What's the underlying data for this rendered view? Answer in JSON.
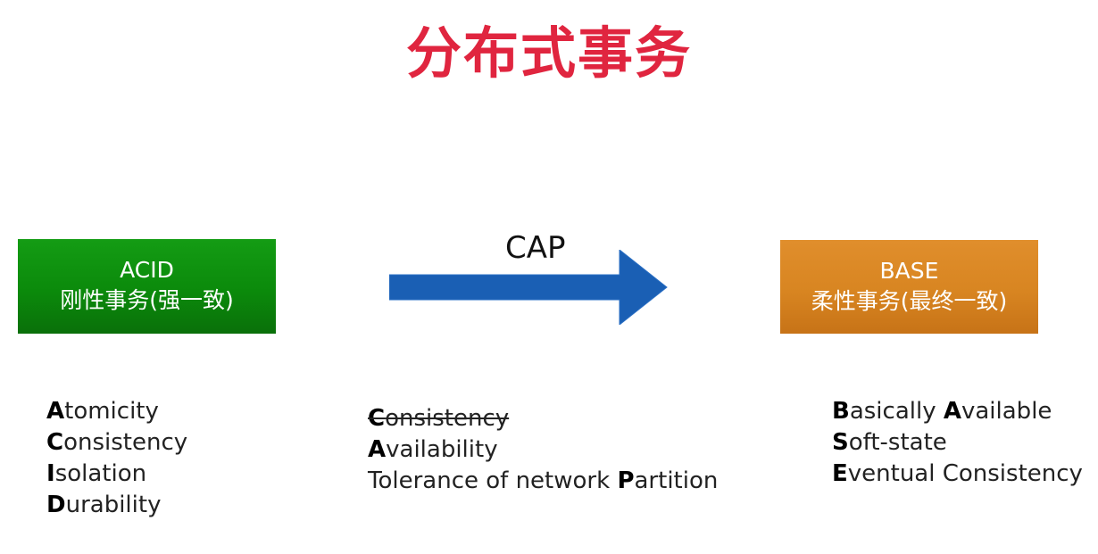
{
  "title": "分布式事务",
  "acid_box": {
    "line1": "ACID",
    "line2": "刚性事务(强一致)"
  },
  "base_box": {
    "line1": "BASE",
    "line2": "柔性事务(最终一致)"
  },
  "cap_arrow": {
    "label": "CAP"
  },
  "acid_list": [
    {
      "initial": "A",
      "rest": "tomicity"
    },
    {
      "initial": "C",
      "rest": "onsistency"
    },
    {
      "initial": "I",
      "rest": "solation"
    },
    {
      "initial": "D",
      "rest": "urability"
    }
  ],
  "cap_list": [
    {
      "prefix": "",
      "initial": "C",
      "rest": "onsistency",
      "struck": true
    },
    {
      "prefix": "",
      "initial": "A",
      "rest": "vailability",
      "struck": false
    },
    {
      "prefix": "Tolerance of network ",
      "initial": "P",
      "rest": "artition",
      "struck": false
    }
  ],
  "base_list": [
    {
      "i1": "B",
      "r1": "asically ",
      "i2": "A",
      "r2": "vailable"
    },
    {
      "i1": "S",
      "r1": "oft-state",
      "i2": "",
      "r2": ""
    },
    {
      "i1": "E",
      "r1": "ventual Consistency",
      "i2": "",
      "r2": ""
    }
  ],
  "colors": {
    "title": "#e0253f",
    "acid_box": "#0b8a0b",
    "base_box": "#d88521",
    "arrow": "#1a5fb4"
  }
}
